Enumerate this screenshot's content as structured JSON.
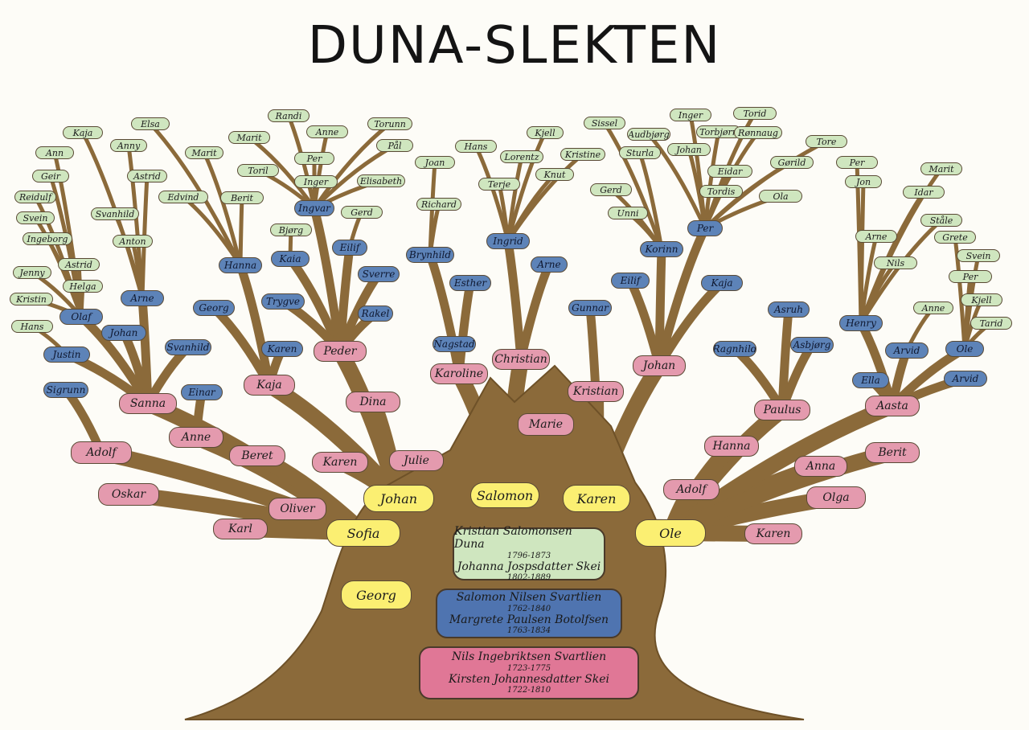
{
  "title": "DUNA-SLEKTEN",
  "colors": {
    "trunk": "#8b6a3a",
    "trunk_dark": "#6e5128",
    "green": "#cfe6bf",
    "blue": "#5d83b8",
    "pink": "#e49aae",
    "yellow": "#fbef72"
  },
  "ancestors": [
    {
      "color": "green",
      "name1": "Kristian Salomonsen Duna",
      "years1": "1796-1873",
      "name2": "Johanna Jospsdatter Skei",
      "years2": "1802-1889"
    },
    {
      "color": "blue",
      "name1": "Salomon Nilsen Svartlien",
      "years1": "1762-1840",
      "name2": "Margrete Paulsen Botolfsen",
      "years2": "1763-1834"
    },
    {
      "color": "pink",
      "name1": "Nils Ingebriktsen Svartlien",
      "years1": "1723-1775",
      "name2": "Kirsten Johannesdatter Skei",
      "years2": "1722-1810"
    }
  ],
  "children": [
    "Johan",
    "Salomon",
    "Karen",
    "Sofia",
    "Ole",
    "Georg"
  ],
  "grandchildren": [
    "Adolf",
    "Oskar",
    "Oliver",
    "Karl",
    "Sanna",
    "Anne",
    "Beret",
    "Karen",
    "Julie",
    "Kaja",
    "Dina",
    "Peder",
    "Karoline",
    "Christian",
    "Marie",
    "Kristian",
    "Johan",
    "Paulus",
    "Hanna",
    "Adolf",
    "Anna",
    "Olga",
    "Karen",
    "Aasta",
    "Berit"
  ],
  "great_grandchildren": [
    "Olaf",
    "Johan",
    "Justin",
    "Sigrunn",
    "Arne",
    "Svanhild",
    "Einar",
    "Georg",
    "Hanna",
    "Kaia",
    "Trygve",
    "Karen",
    "Ingvar",
    "Eilif",
    "Sverre",
    "Rakel",
    "Brynhild",
    "Nagstad",
    "Esther",
    "Ingrid",
    "Arne",
    "Gunnar",
    "Korinn",
    "Eilif",
    "Per",
    "Kaja",
    "Ragnhild",
    "Asruh",
    "Asbjørg",
    "Henry",
    "Arvid",
    "Ole",
    "Ella",
    "Arvid"
  ],
  "great_great_grandchildren": [
    "Kaja",
    "Elsa",
    "Ann",
    "Anny",
    "Geir",
    "Astrid",
    "Reidulf",
    "Svein",
    "Ingeborg",
    "Svanhild",
    "Anton",
    "Edvind",
    "Jenny",
    "Astrid",
    "Helga",
    "Kristin",
    "Hans",
    "Marit",
    "Berit",
    "Randi",
    "Marit",
    "Anne",
    "Torunn",
    "Per",
    "Pål",
    "Toril",
    "Inger",
    "Elisabeth",
    "Gerd",
    "Bjørg",
    "Joan",
    "Hans",
    "Richard",
    "Lorentz",
    "Kjell",
    "Kristine",
    "Knut",
    "Terje",
    "Sissel",
    "Audbjørg",
    "Sturla",
    "Johan",
    "Gerd",
    "Unni",
    "Inger",
    "Torid",
    "Torbjørn",
    "Rønnaug",
    "Tore",
    "Eidar",
    "Tordis",
    "Gørild",
    "Per",
    "Jon",
    "Ola",
    "Marit",
    "Idar",
    "Arne",
    "Ståle",
    "Grete",
    "Nils",
    "Svein",
    "Per",
    "Anne",
    "Kjell",
    "Tarid"
  ]
}
